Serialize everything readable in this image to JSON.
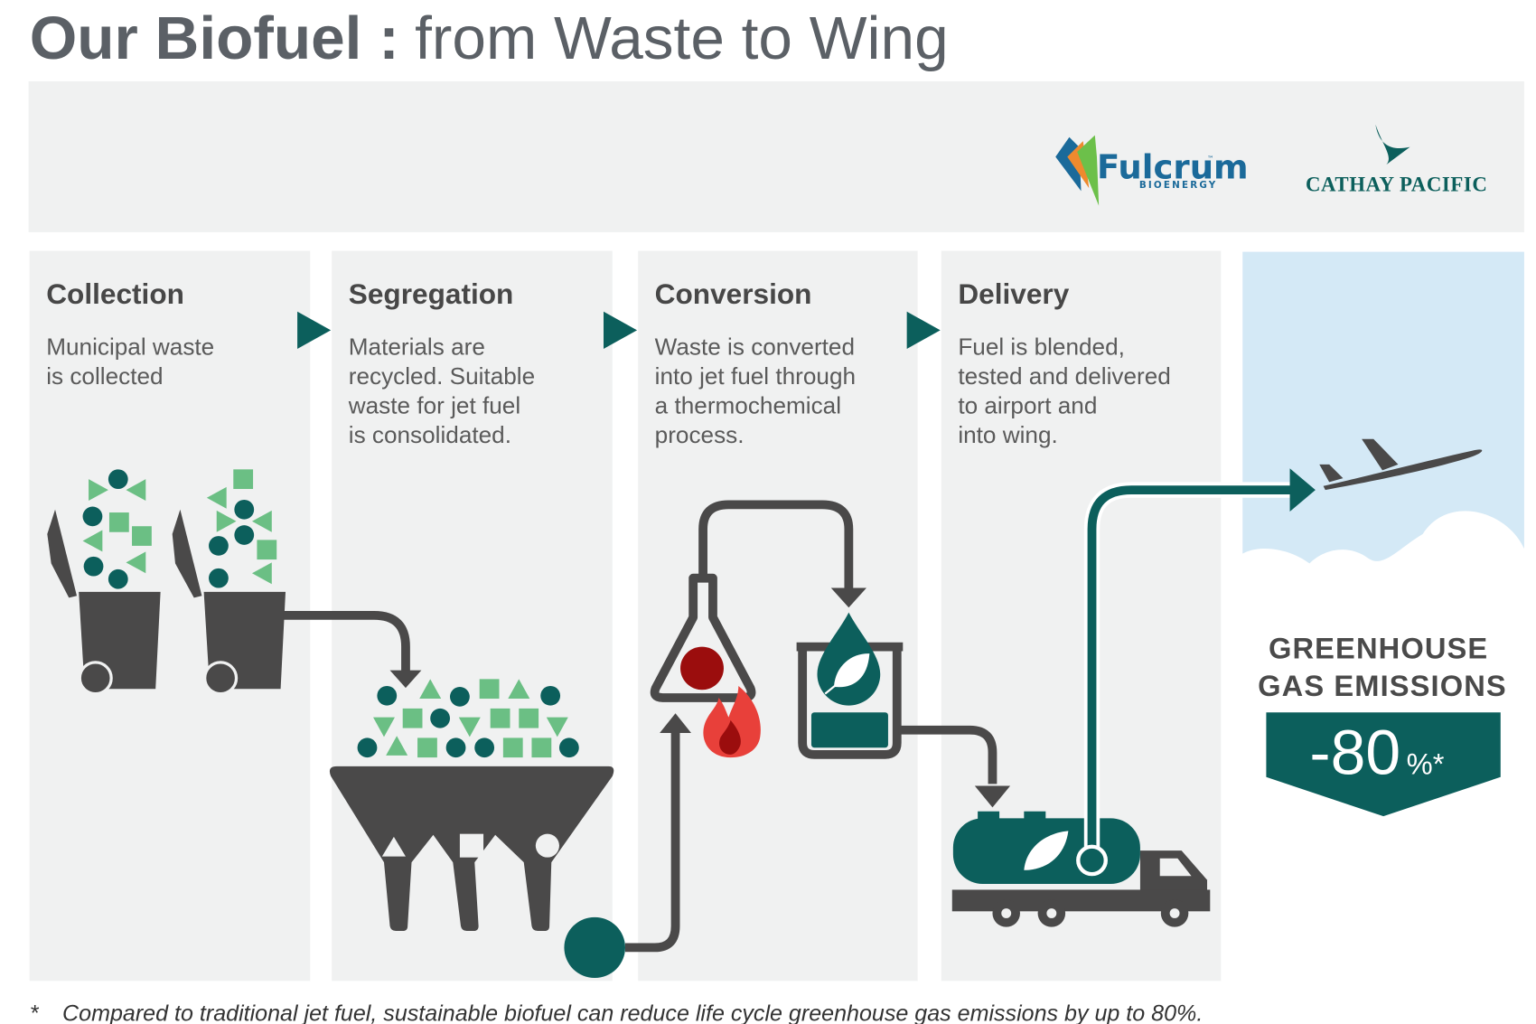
{
  "header": {
    "title_bold": "Our Biofuel :",
    "title_light": "from Waste to Wing"
  },
  "logos": {
    "fulcrum": {
      "name": "Fulcrum",
      "tm": "™",
      "sub": "BIOENERGY"
    },
    "cathay": {
      "name": "CATHAY PACIFIC"
    }
  },
  "steps": [
    {
      "title": "Collection",
      "lines": [
        "Municipal waste",
        "is collected"
      ]
    },
    {
      "title": "Segregation",
      "lines": [
        "Materials are",
        "recycled. Suitable",
        "waste for jet fuel",
        "is consolidated."
      ]
    },
    {
      "title": "Conversion",
      "lines": [
        "Waste is converted",
        "into jet fuel through",
        "a thermochemical",
        "process."
      ]
    },
    {
      "title": "Delivery",
      "lines": [
        "Fuel is blended,",
        "tested and delivered",
        "to airport and",
        "into wing."
      ]
    }
  ],
  "result": {
    "label_line1": "GREENHOUSE",
    "label_line2": "GAS EMISSIONS",
    "value": "-80",
    "unit": "%*"
  },
  "footnote": {
    "marker": "*",
    "text": "Compared to traditional jet fuel, sustainable biofuel can reduce life cycle greenhouse gas emissions by up to 80%."
  },
  "colors": {
    "teal": "#0c5f5c",
    "light_green": "#6bbf84",
    "dark_gray": "#4a4949",
    "panel_bg": "#f0f1f1",
    "sky": "#d4e9f6",
    "flame_red": "#e8403a",
    "dark_red": "#9b0d0d"
  }
}
